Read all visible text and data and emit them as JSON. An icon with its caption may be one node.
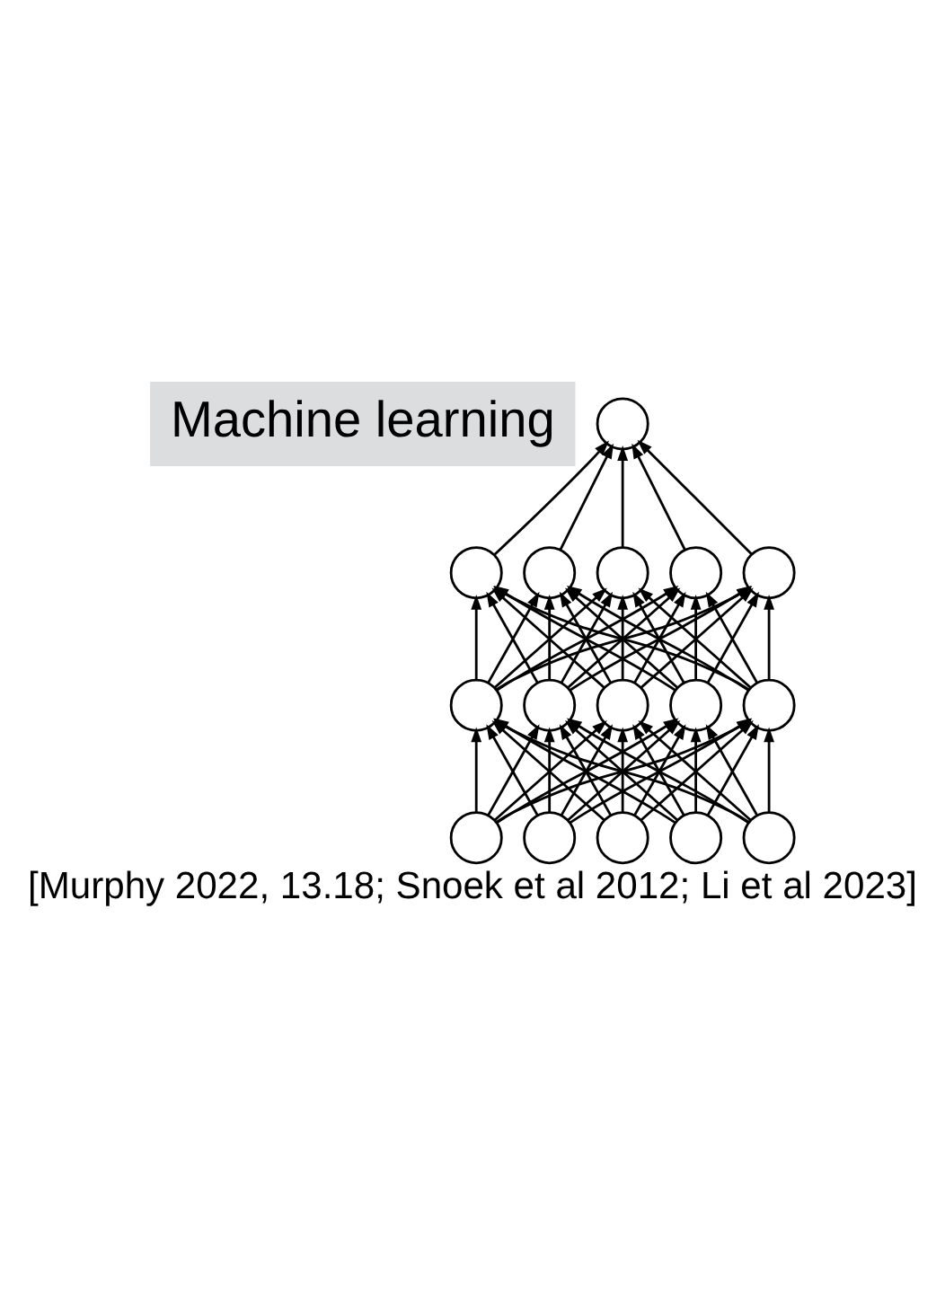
{
  "diagram": {
    "caption": "[Murphy 2022, 13.18; Snoek et al 2012; Li et al 2023]",
    "nodes": [
      {
        "text": [
          "Machine learning"
        ]
      },
      {
        "text": [],
        "shape": "circle"
      },
      {
        "text": [],
        "shape": "circle"
      },
      {
        "text": [],
        "shape": "circle"
      },
      {
        "text": [],
        "shape": "circle"
      },
      {
        "text": [],
        "shape": "circle"
      },
      {
        "text": [],
        "shape": "circle"
      },
      {
        "text": [],
        "shape": "circle"
      },
      {
        "text": [],
        "shape": "circle"
      },
      {
        "text": [],
        "shape": "circle"
      },
      {
        "text": [],
        "shape": "circle"
      },
      {
        "text": [],
        "shape": "circle"
      },
      {
        "text": [],
        "shape": "circle"
      },
      {
        "text": [],
        "shape": "circle"
      },
      {
        "text": [],
        "shape": "circle"
      },
      {
        "text": [],
        "shape": "circle"
      },
      {
        "text": [],
        "shape": "circle"
      }
    ],
    "edges": [
      {
        "from": 12,
        "to": 7,
        "arrow": "to"
      },
      {
        "from": 12,
        "to": 8,
        "arrow": "to"
      },
      {
        "from": 12,
        "to": 9,
        "arrow": "to"
      },
      {
        "from": 12,
        "to": 10,
        "arrow": "to"
      },
      {
        "from": 12,
        "to": 11,
        "arrow": "to"
      },
      {
        "from": 13,
        "to": 7,
        "arrow": "to"
      },
      {
        "from": 13,
        "to": 8,
        "arrow": "to"
      },
      {
        "from": 13,
        "to": 9,
        "arrow": "to"
      },
      {
        "from": 13,
        "to": 10,
        "arrow": "to"
      },
      {
        "from": 13,
        "to": 11,
        "arrow": "to"
      },
      {
        "from": 14,
        "to": 7,
        "arrow": "to"
      },
      {
        "from": 14,
        "to": 8,
        "arrow": "to"
      },
      {
        "from": 14,
        "to": 9,
        "arrow": "to"
      },
      {
        "from": 14,
        "to": 10,
        "arrow": "to"
      },
      {
        "from": 14,
        "to": 11,
        "arrow": "to"
      },
      {
        "from": 15,
        "to": 7,
        "arrow": "to"
      },
      {
        "from": 15,
        "to": 8,
        "arrow": "to"
      },
      {
        "from": 15,
        "to": 9,
        "arrow": "to"
      },
      {
        "from": 15,
        "to": 10,
        "arrow": "to"
      },
      {
        "from": 15,
        "to": 11,
        "arrow": "to"
      },
      {
        "from": 16,
        "to": 7,
        "arrow": "to"
      },
      {
        "from": 16,
        "to": 8,
        "arrow": "to"
      },
      {
        "from": 16,
        "to": 9,
        "arrow": "to"
      },
      {
        "from": 16,
        "to": 10,
        "arrow": "to"
      },
      {
        "from": 16,
        "to": 11,
        "arrow": "to"
      },
      {
        "from": 7,
        "to": 2,
        "arrow": "to"
      },
      {
        "from": 7,
        "to": 3,
        "arrow": "to"
      },
      {
        "from": 7,
        "to": 4,
        "arrow": "to"
      },
      {
        "from": 7,
        "to": 5,
        "arrow": "to"
      },
      {
        "from": 7,
        "to": 6,
        "arrow": "to"
      },
      {
        "from": 8,
        "to": 2,
        "arrow": "to"
      },
      {
        "from": 8,
        "to": 3,
        "arrow": "to"
      },
      {
        "from": 8,
        "to": 4,
        "arrow": "to"
      },
      {
        "from": 8,
        "to": 5,
        "arrow": "to"
      },
      {
        "from": 8,
        "to": 6,
        "arrow": "to"
      },
      {
        "from": 9,
        "to": 2,
        "arrow": "to"
      },
      {
        "from": 9,
        "to": 3,
        "arrow": "to"
      },
      {
        "from": 9,
        "to": 4,
        "arrow": "to"
      },
      {
        "from": 9,
        "to": 5,
        "arrow": "to"
      },
      {
        "from": 9,
        "to": 6,
        "arrow": "to"
      },
      {
        "from": 10,
        "to": 2,
        "arrow": "to"
      },
      {
        "from": 10,
        "to": 3,
        "arrow": "to"
      },
      {
        "from": 10,
        "to": 4,
        "arrow": "to"
      },
      {
        "from": 10,
        "to": 5,
        "arrow": "to"
      },
      {
        "from": 10,
        "to": 6,
        "arrow": "to"
      },
      {
        "from": 11,
        "to": 2,
        "arrow": "to"
      },
      {
        "from": 11,
        "to": 3,
        "arrow": "to"
      },
      {
        "from": 11,
        "to": 4,
        "arrow": "to"
      },
      {
        "from": 11,
        "to": 5,
        "arrow": "to"
      },
      {
        "from": 11,
        "to": 6,
        "arrow": "to"
      },
      {
        "from": 2,
        "to": 1,
        "arrow": "to"
      },
      {
        "from": 3,
        "to": 1,
        "arrow": "to"
      },
      {
        "from": 4,
        "to": 1,
        "arrow": "to"
      },
      {
        "from": 5,
        "to": 1,
        "arrow": "to"
      },
      {
        "from": 6,
        "to": 1,
        "arrow": "to"
      }
    ]
  }
}
